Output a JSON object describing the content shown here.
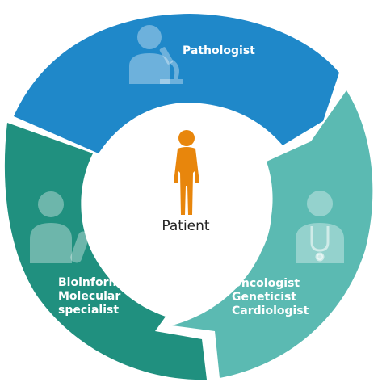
{
  "center": {
    "label": "Patient"
  },
  "segments": [
    {
      "id": "pathologist",
      "color": "#1f88c9",
      "icon": "pathologist-microscope-icon",
      "lines": [
        "Pathologist"
      ]
    },
    {
      "id": "oncology",
      "color": "#5bbab2",
      "icon": "doctor-stethoscope-icon",
      "lines": [
        "Oncologist",
        "Geneticist",
        "Cardiologist"
      ]
    },
    {
      "id": "bioinformatics",
      "color": "#20907f",
      "icon": "bioinformatician-test-tube-icon",
      "lines": [
        "Bioinformatician",
        "Molecular",
        "specialist"
      ]
    }
  ],
  "colors": {
    "patient_figure": "#e8860c",
    "icon_overlay": "#ffffff"
  }
}
